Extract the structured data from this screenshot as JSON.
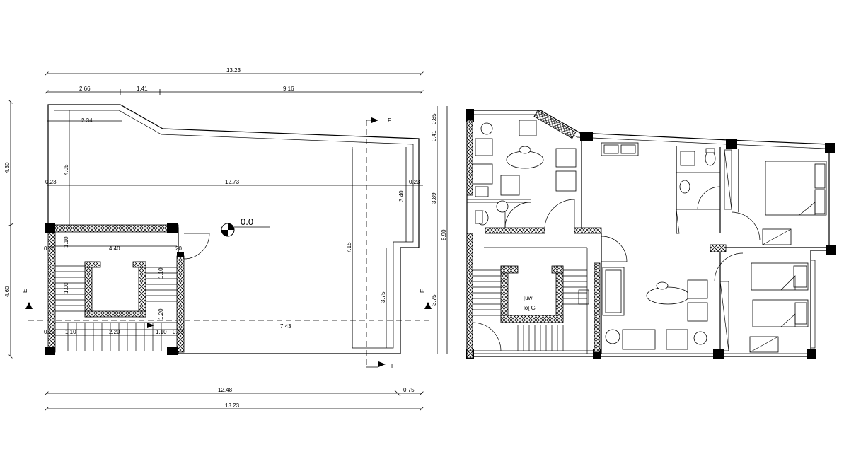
{
  "left_plan": {
    "level_marker": "0.0",
    "dimensions": {
      "top_total": "13.23",
      "top_a": "2.66",
      "top_b": "1.41",
      "top_c": "9.16",
      "inner_top": "2.34",
      "left_upper": "4.30",
      "left_lower": "4.60",
      "inner_v_405": "4.05",
      "span_1273": "12.73",
      "small_023_left": "0.23",
      "small_023_right": "0.23",
      "v_340": "3.40",
      "v_389": "3.89",
      "v_890": "8.90",
      "v_715": "7.15",
      "v_375_inner": "3.75",
      "v_375_outer": "3.75",
      "stair_width": "4.40",
      "small_020": "0.20",
      "stair_small_v": "1.10",
      "stair_v_100": "1.00",
      "stair_v_120": "1.20",
      "stair_v_110": "1.10",
      "bottom_023": "0.23",
      "bottom_110": "1.10",
      "bottom_220": "2.20",
      "bottom_110b": "1.10",
      "bottom_023b": "0.23",
      "bottom_743": "7.43",
      "bottom_total_a": "12.48",
      "bottom_small": "0.75",
      "bottom_total": "13.23",
      "top_right_041": "0.41",
      "top_right_085": "0.85"
    },
    "section_marks": {
      "top_label": "F",
      "bottom_label": "F",
      "left_label": "E",
      "right_label": "E"
    }
  },
  "right_plan": {
    "lift_label_top": "[uwl",
    "lift_label_bottom": "lo[ G"
  },
  "colors": {
    "line": "#000000",
    "background": "#ffffff"
  }
}
